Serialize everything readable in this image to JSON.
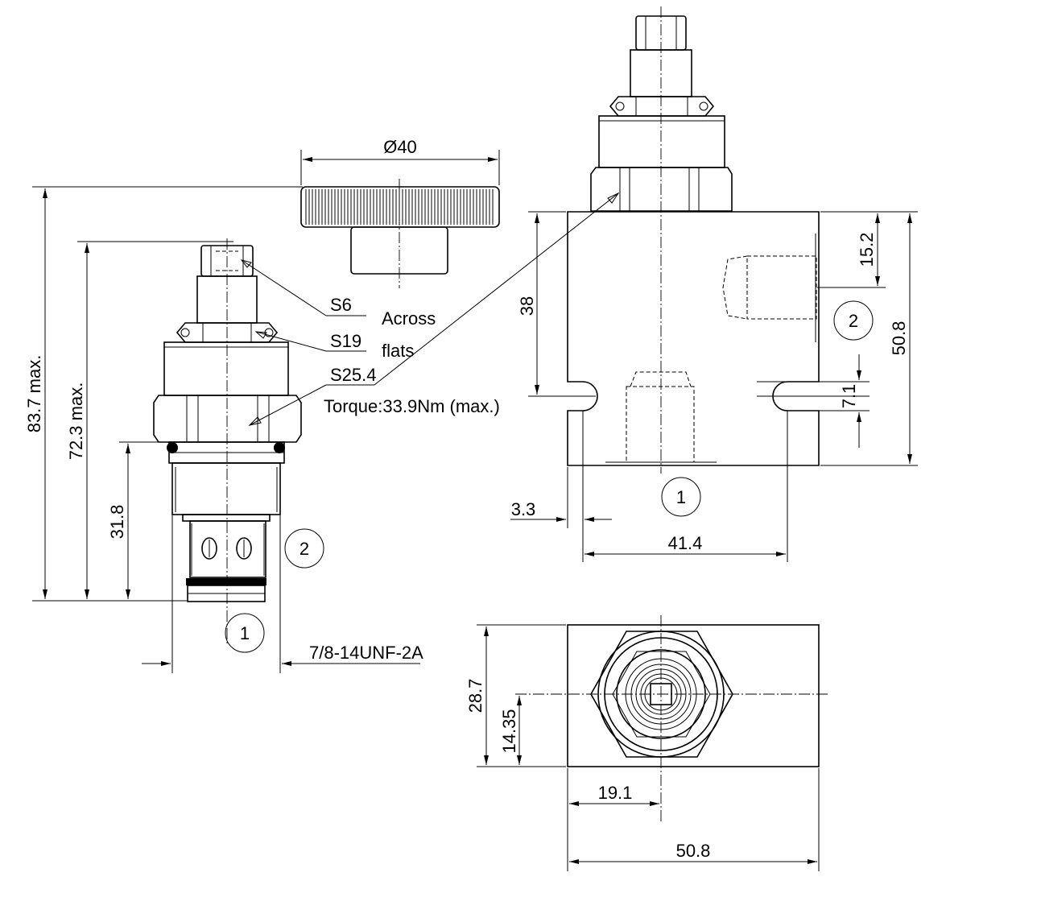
{
  "drawing": {
    "dimensions": {
      "overall_height": "83.7 max.",
      "cartridge_height": "72.3 max.",
      "thread_length": "31.8",
      "knob_diameter": "Ø40",
      "body_port_offset": "38",
      "port2_offset": "15.2",
      "body_height": "50.8",
      "slot_width": "7.1",
      "slot_offset": "3.3",
      "mount_spacing": "41.4",
      "body_depth": "28.7",
      "half_depth": "14.35",
      "center_offset": "19.1",
      "body_width": "50.8"
    },
    "labels": {
      "s6": "S6",
      "s19": "S19",
      "s25": "S25.4",
      "across": "Across",
      "flats": "flats",
      "torque": "Torque:33.9Nm  (max.)",
      "thread": "7/8-14UNF-2A"
    },
    "ports": {
      "cartridge_port1": "1",
      "cartridge_port2": "2",
      "body_port1": "1",
      "body_port2": "2"
    }
  }
}
